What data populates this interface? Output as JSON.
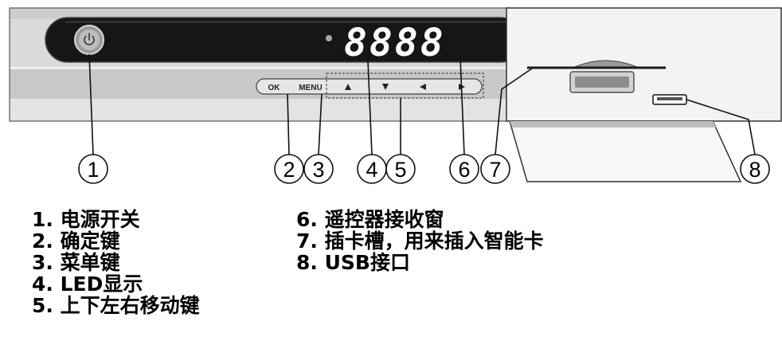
{
  "device": {
    "display": {
      "digits": "8888"
    },
    "power_button": {
      "icon": "power-icon"
    },
    "buttons": [
      {
        "label": "OK"
      },
      {
        "label": "MENU"
      },
      {
        "icon": "up-arrow-icon"
      },
      {
        "icon": "down-arrow-icon"
      },
      {
        "icon": "left-arrow-icon"
      },
      {
        "icon": "right-arrow-icon"
      }
    ],
    "card_slot": {
      "icon": "smart-card-slot-icon"
    },
    "usb_port": {
      "icon": "usb-port-icon"
    }
  },
  "callouts": [
    "1",
    "2",
    "3",
    "4",
    "5",
    "6",
    "7",
    "8"
  ],
  "legend": {
    "column_1": [
      "1. 电源开关",
      "2. 确定键",
      "3. 菜单键",
      "4. LED显示",
      "5. 上下左右移动键"
    ],
    "column_2": [
      "6. 遥控器接收窗",
      "7. 插卡槽，用来插入智能卡",
      "8. USB接口"
    ]
  },
  "colors": {
    "display_background": "#161616",
    "display_digits": "#ffffff",
    "device_body": "#dadada",
    "side_panel": "#f3f3f3",
    "text": "#000000"
  }
}
